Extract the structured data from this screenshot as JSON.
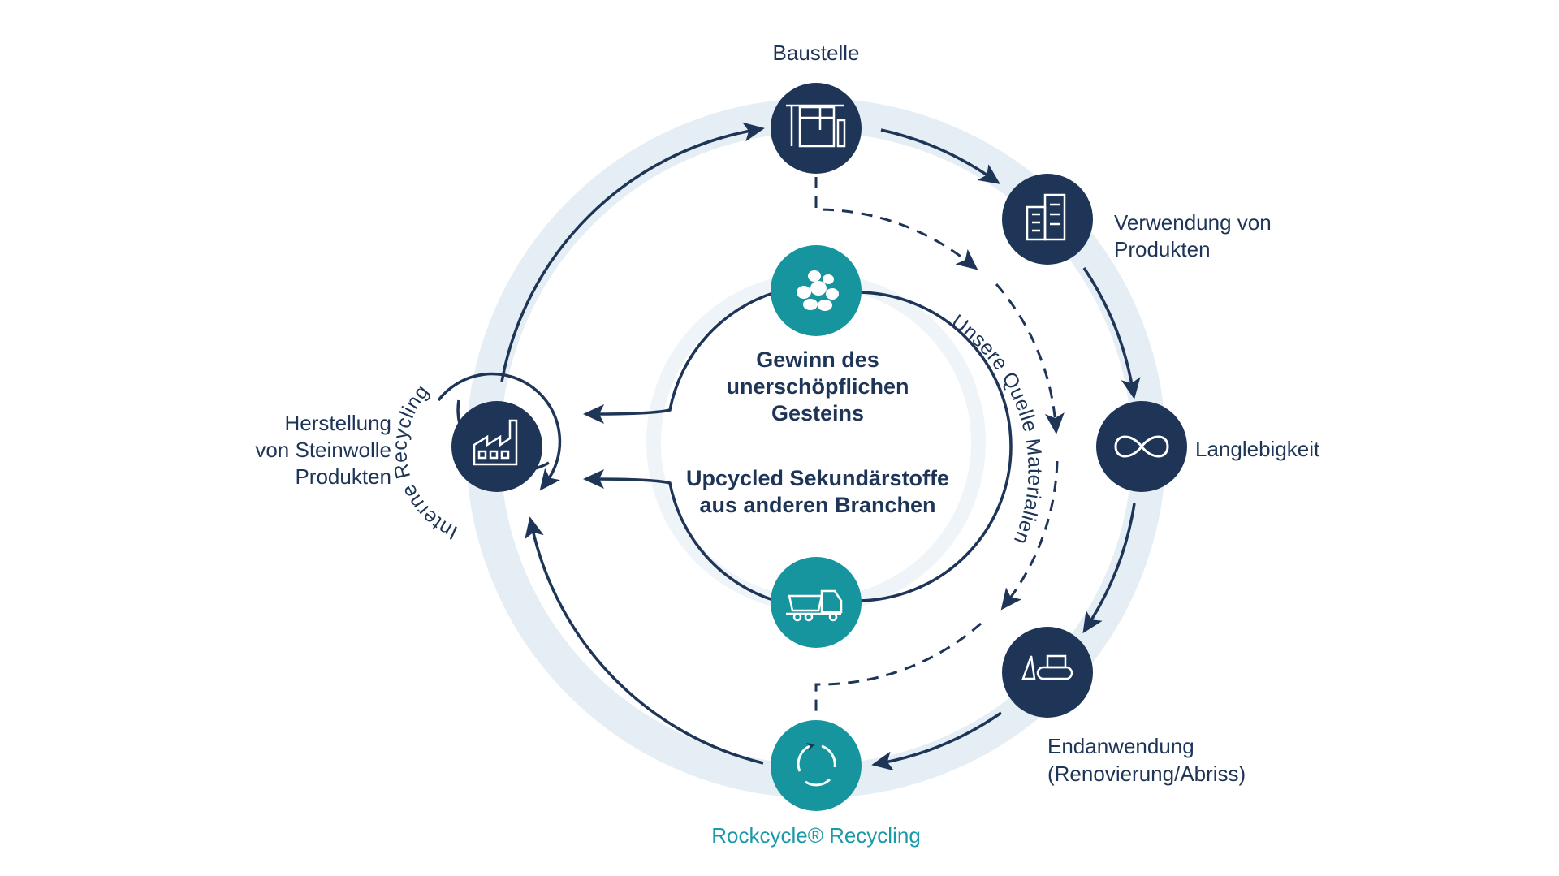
{
  "colors": {
    "navy": "#1e3557",
    "teal": "#17959f",
    "ring": "#e4eef4",
    "ring_inner": "#eef4f8",
    "teal_text": "#1a9aa6"
  },
  "nodes": {
    "baustelle": {
      "label": "Baustelle",
      "icon": "construction-crane-icon"
    },
    "verwendung": {
      "label_line1": "Verwendung von",
      "label_line2": "Produkten",
      "icon": "buildings-icon"
    },
    "langlebigkeit": {
      "label": "Langlebigkeit",
      "icon": "infinity-icon"
    },
    "endanwendung": {
      "label_line1": "Endanwendung",
      "label_line2": "(Renovierung/Abriss)",
      "icon": "bulldozer-icon"
    },
    "rockcycle": {
      "label": "Rockcycle® Recycling",
      "icon": "recycling-arrows-icon"
    },
    "herstellung": {
      "label_line1": "Herstellung",
      "label_line2": "von Steinwolle",
      "label_line3": "Produkten",
      "icon": "factory-icon"
    }
  },
  "center": {
    "stone_icon": "stones-icon",
    "truck_icon": "dump-truck-icon",
    "text1_line1": "Gewinn des",
    "text1_line2": "unerschöpflichen",
    "text1_line3": "Gesteins",
    "text2_line1": "Upcycled Sekundärstoffe",
    "text2_line2": "aus anderen Branchen"
  },
  "curved_labels": {
    "interne_recycling": "Interne Recycling",
    "unsere_quelle": "Unsere Quelle Materialien"
  }
}
